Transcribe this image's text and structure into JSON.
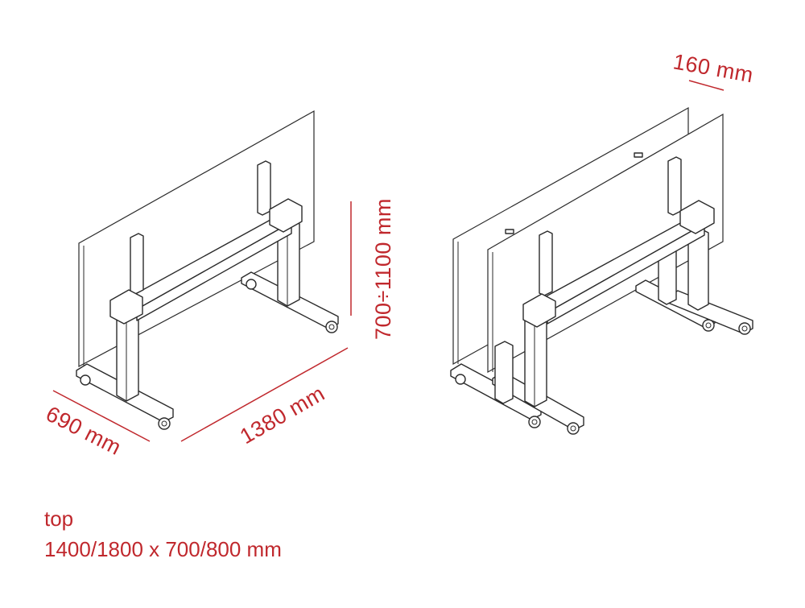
{
  "dimensions": {
    "depth": "690 mm",
    "width": "1380 mm",
    "height": "700÷1100 mm",
    "nested_offset": "160 mm"
  },
  "notes": {
    "top_label": "top",
    "top_sizes": "1400/1800 x 700/800 mm"
  },
  "colors": {
    "dimension": "#c0282d",
    "line": "#2a2a2a"
  }
}
